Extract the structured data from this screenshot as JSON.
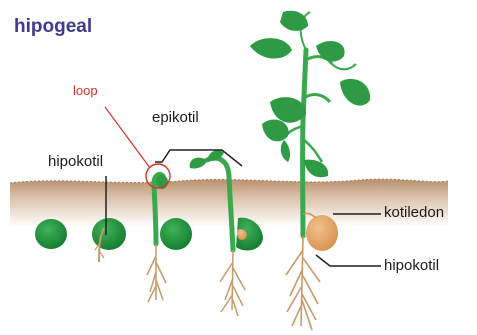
{
  "title": "hipogeal",
  "labels": {
    "loop": "loop",
    "epikotil": "epikotil",
    "hipokotil_left": "hipokotil",
    "kotiledon": "kotiledon",
    "hipokotil_right": "hipokotil"
  },
  "colors": {
    "title": "#3f3b8e",
    "loop": "#d8322c",
    "soil": "#c9a98d",
    "seed": "#1e8a3a",
    "leaf": "#2e9a44",
    "stem": "#3aa84f",
    "root": "#c89a6a",
    "cotyledon": "#e8a866"
  },
  "stages": [
    "seed",
    "germinating-seed",
    "hook-seedling",
    "bent-seedling",
    "young-plant"
  ]
}
